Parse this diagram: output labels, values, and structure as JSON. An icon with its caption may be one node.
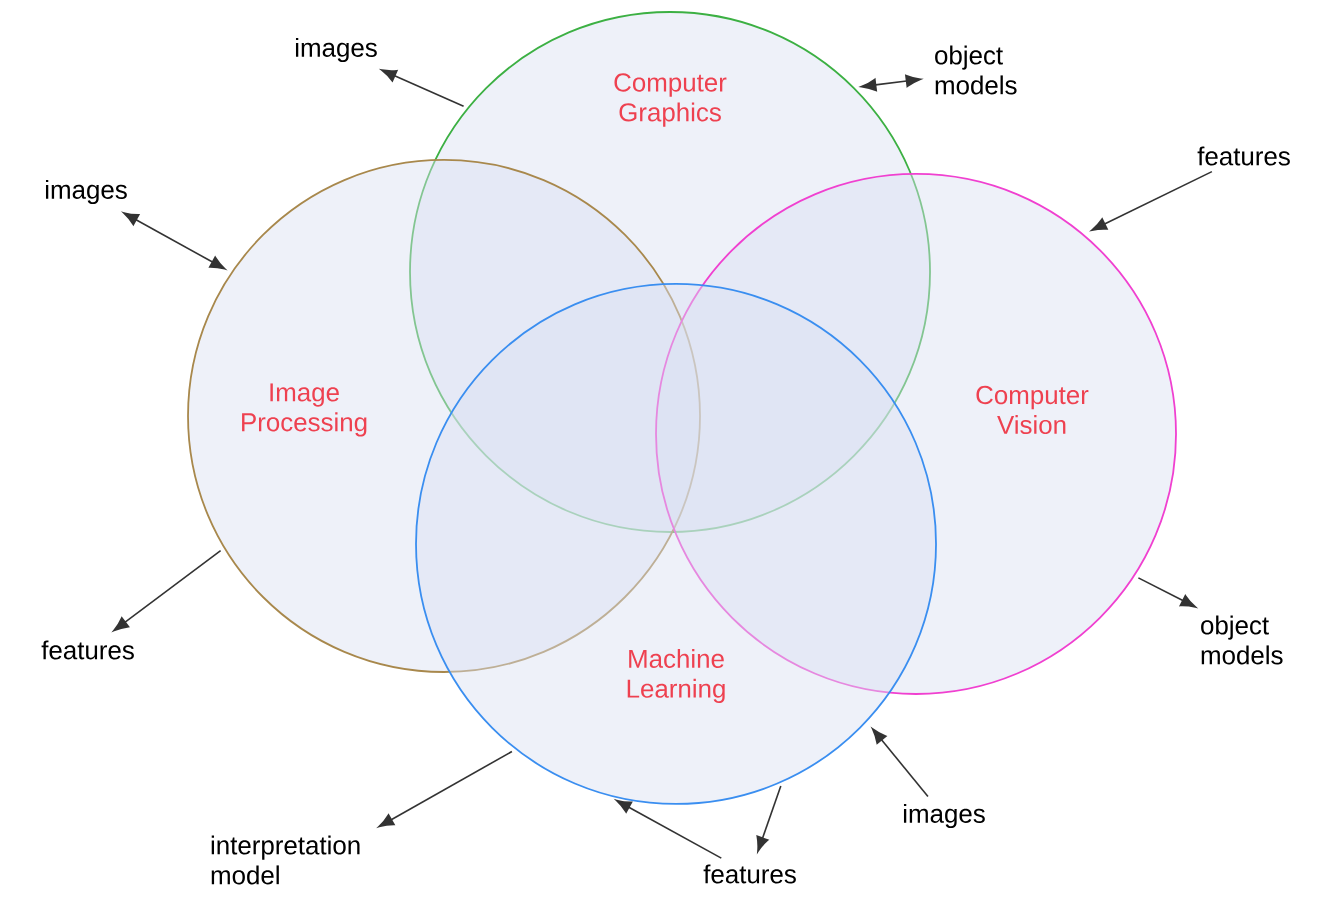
{
  "diagram": {
    "nodes": [
      {
        "text": [
          "Computer Graphics"
        ]
      },
      {
        "text": [
          "Image Processing"
        ]
      },
      {
        "text": [
          "Computer Vision"
        ]
      },
      {
        "text": [
          "Machine Learning"
        ]
      },
      {
        "text": [
          "images"
        ]
      },
      {
        "text": [
          "object models"
        ]
      },
      {
        "text": [
          "features"
        ]
      },
      {
        "text": [
          "images"
        ]
      },
      {
        "text": [
          "features"
        ]
      },
      {
        "text": [
          "object models"
        ]
      },
      {
        "text": [
          "interpretation model"
        ]
      },
      {
        "text": [
          "features"
        ]
      },
      {
        "text": [
          "images"
        ]
      }
    ],
    "edges": [
      {
        "from": 0,
        "to": 4,
        "arrow": "to"
      },
      {
        "from": 0,
        "to": 5,
        "arrow": "both"
      },
      {
        "from": 6,
        "to": 2,
        "arrow": "to"
      },
      {
        "from": 1,
        "to": 7,
        "arrow": "both"
      },
      {
        "from": 1,
        "to": 8,
        "arrow": "to"
      },
      {
        "from": 2,
        "to": 9,
        "arrow": "to"
      },
      {
        "from": 3,
        "to": 10,
        "arrow": "to"
      },
      {
        "from": 3,
        "to": 11,
        "arrow": "to"
      },
      {
        "from": 11,
        "to": 3,
        "arrow": "to"
      },
      {
        "from": 12,
        "to": 3,
        "arrow": "to"
      }
    ]
  }
}
